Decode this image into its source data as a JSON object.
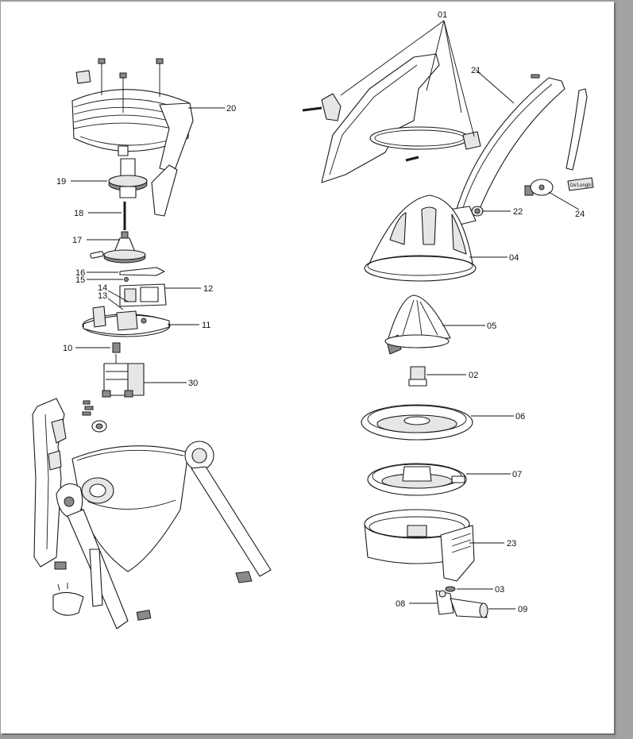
{
  "document": {
    "callouts": {
      "c01": "01",
      "c02": "02",
      "c03": "03",
      "c04": "04",
      "c05": "05",
      "c06": "06",
      "c07": "07",
      "c08": "08",
      "c09": "09",
      "c10": "10",
      "c11": "11",
      "c12": "12",
      "c13": "13",
      "c14": "14",
      "c15": "15",
      "c16": "16",
      "c17": "17",
      "c18": "18",
      "c19": "19",
      "c20": "20",
      "c21": "21",
      "c22": "22",
      "c23": "23",
      "c24": "24",
      "c30": "30"
    },
    "logo_text": "De'Longhi"
  }
}
